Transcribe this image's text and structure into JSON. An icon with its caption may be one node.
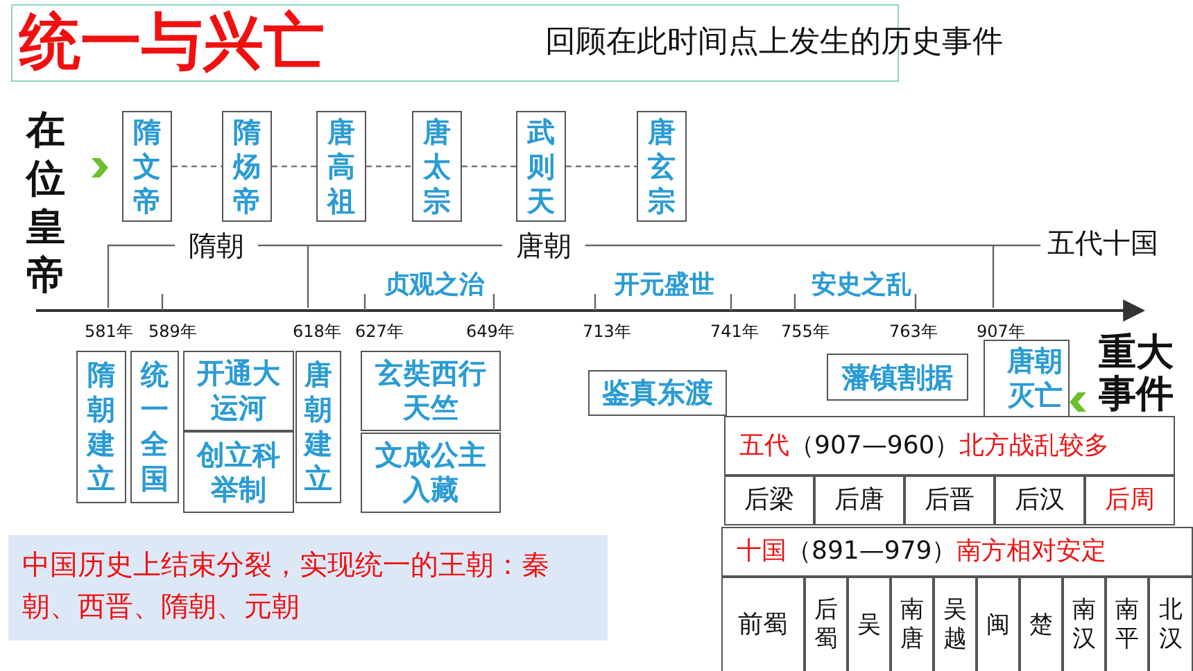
{
  "diagram": {
    "title": "统一与兴亡",
    "nodes": [
      {
        "text": [
          "隋文帝"
        ]
      },
      {
        "text": [
          "隋炀帝"
        ]
      },
      {
        "text": [
          "唐高祖"
        ]
      },
      {
        "text": [
          "唐太宗"
        ]
      },
      {
        "text": [
          "武则天"
        ]
      },
      {
        "text": [
          "唐玄宗"
        ]
      },
      {
        "text": [
          "隋朝建立"
        ]
      },
      {
        "text": [
          "统一全国"
        ]
      },
      {
        "text": [
          "开通大运河"
        ]
      },
      {
        "text": [
          "创立科举制"
        ]
      },
      {
        "text": [
          "唐朝建立"
        ]
      },
      {
        "text": [
          "玄奘西行天竺"
        ]
      },
      {
        "text": [
          "文成公主入藏"
        ]
      },
      {
        "text": [
          "鉴真东渡"
        ]
      },
      {
        "text": [
          "藩镇割据"
        ]
      },
      {
        "text": [
          "唐朝灭亡"
        ]
      },
      {
        "text": [
          "中国历史上结束分裂，实现统一的王朝：秦朝、西晋、隋朝、元朝"
        ]
      }
    ],
    "edges": [
      {
        "from": 0,
        "to": 1,
        "arrow": "none",
        "style": "dashed"
      },
      {
        "from": 1,
        "to": 2,
        "arrow": "none",
        "style": "dashed"
      },
      {
        "from": 2,
        "to": 3,
        "arrow": "none",
        "style": "dashed"
      },
      {
        "from": 3,
        "to": 4,
        "arrow": "none",
        "style": "dashed"
      },
      {
        "from": 4,
        "to": 5,
        "arrow": "none",
        "style": "dashed"
      }
    ],
    "labels": [
      "回顾在此时间点上发生的历史事件",
      "在位皇帝",
      "隋朝",
      "唐朝",
      "五代十国",
      "贞观之治",
      "开元盛世",
      "安史之乱",
      "581年",
      "589年",
      "618年",
      "627年",
      "649年",
      "713年",
      "741年",
      "755年",
      "763年",
      "907年",
      "重大事件",
      "五代（907—960）北方战乱较多",
      "后梁",
      "后唐",
      "后晋",
      "后汉",
      "后周",
      "十国（891—979）南方相对安定",
      "前蜀",
      "后蜀",
      "吴",
      "南唐",
      "吴越",
      "闽",
      "楚",
      "南汉",
      "南平",
      "北汉"
    ]
  }
}
